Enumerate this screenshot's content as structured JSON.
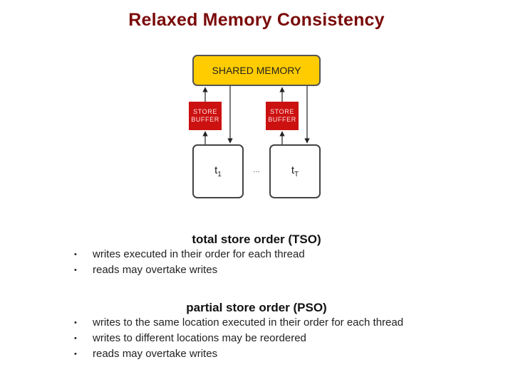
{
  "title": "Relaxed Memory Consistency",
  "diagram": {
    "shared_memory_label": "SHARED MEMORY",
    "store_buffer_line1": "STORE",
    "store_buffer_line2": "BUFFER",
    "thread_left_base": "t",
    "thread_left_sub": "1",
    "thread_right_base": "t",
    "thread_right_sub": "T",
    "ellipsis": "…"
  },
  "tso": {
    "heading": "total store order (TSO)",
    "bullet_char": "•",
    "items": [
      "writes executed in their order for each thread",
      "reads may overtake writes"
    ]
  },
  "pso": {
    "heading": "partial store order (PSO)",
    "bullet_char": "•",
    "items": [
      "writes to the same location executed in their order for each thread",
      "writes to different locations may be reordered",
      "reads may overtake writes"
    ]
  },
  "colors": {
    "title": "#7a0a0a",
    "shared_memory_fill": "#ffcc00",
    "store_buffer_fill": "#cc1111"
  }
}
